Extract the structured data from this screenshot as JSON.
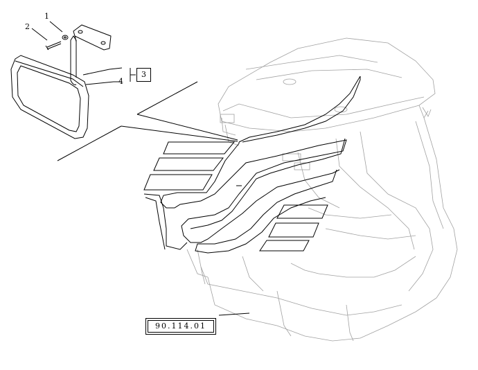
{
  "callouts": {
    "item_1": "1",
    "item_2": "2",
    "item_4": "4"
  },
  "ref_box": {
    "label": "3"
  },
  "drawing_ref": {
    "label": "90.114.01"
  },
  "colors": {
    "line": "#000000",
    "ghost": "#9a9a9a",
    "background": "#ffffff"
  }
}
